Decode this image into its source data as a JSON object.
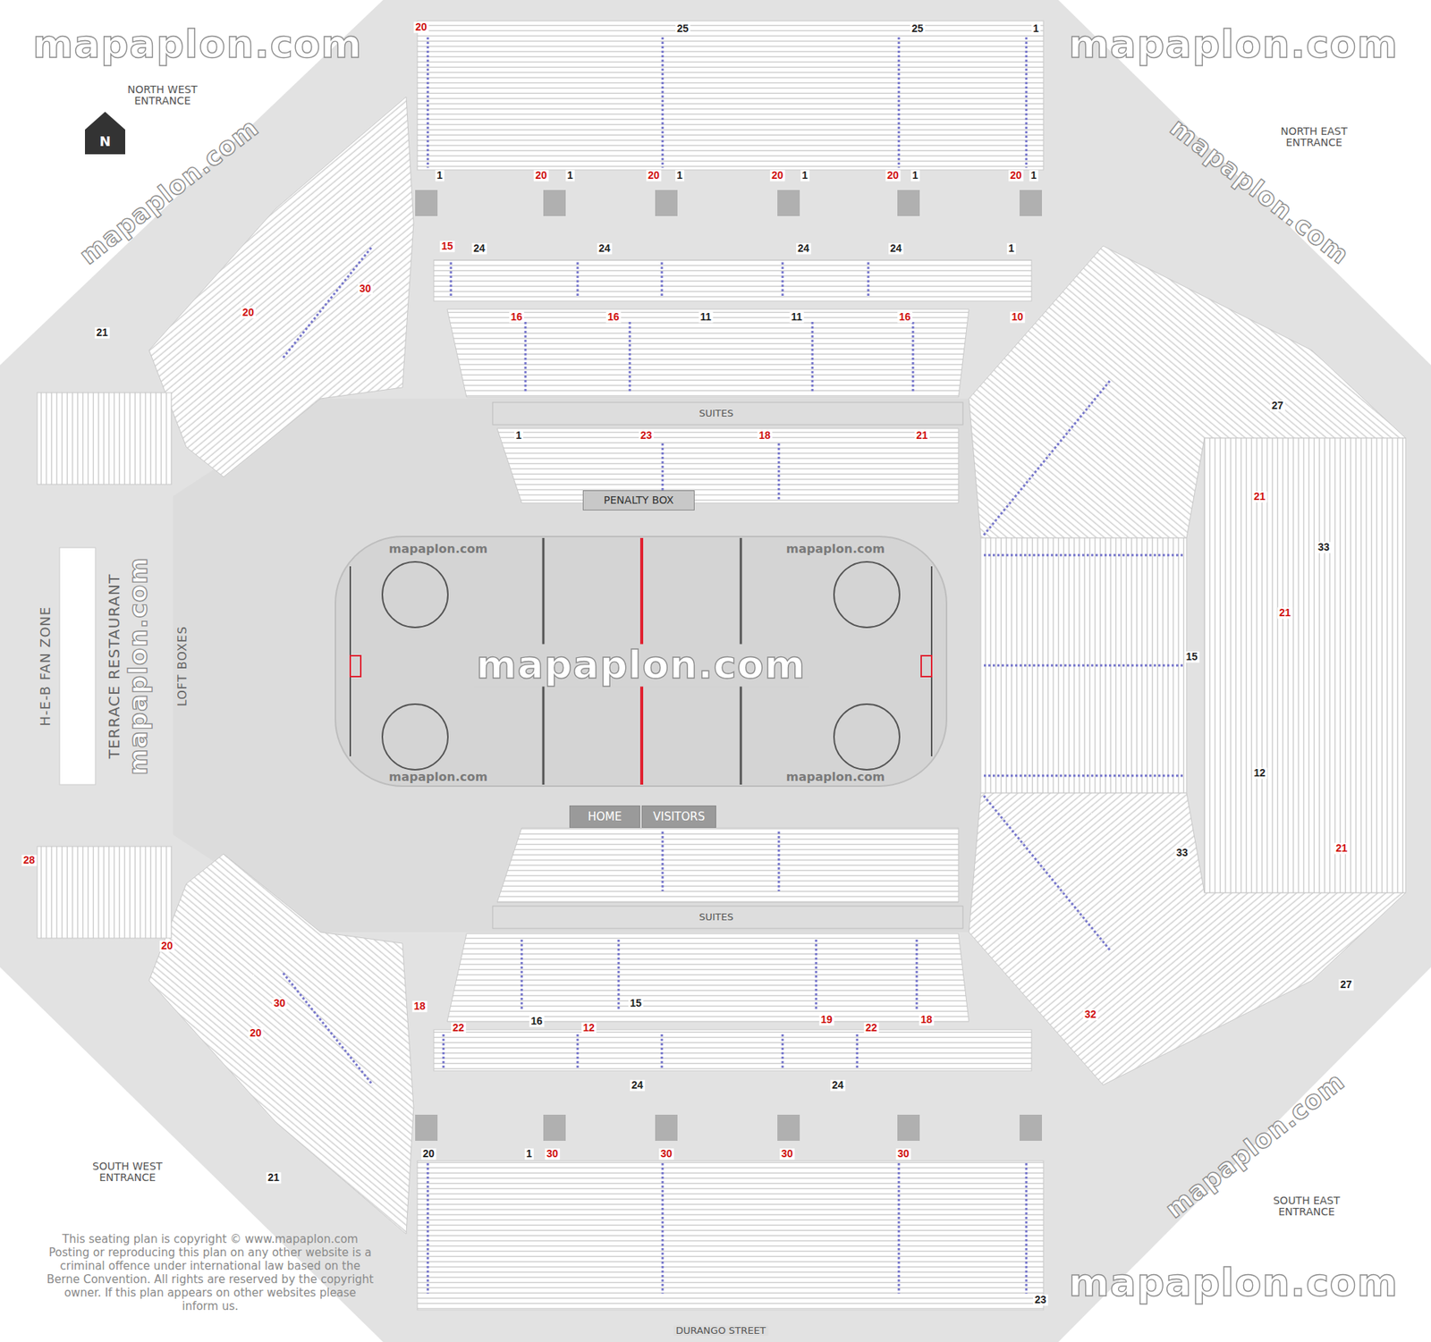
{
  "diagram": {
    "nodes": [
      {
        "text": [
          "PENALTY BOX"
        ]
      },
      {
        "text": [
          "HOME"
        ]
      },
      {
        "text": [
          "VISITORS"
        ]
      }
    ],
    "labels": [
      "mapaplon.com",
      "mapaplon.com",
      "mapaplon.com",
      "mapaplon.com",
      "mapaplon.com",
      "mapaplon.com",
      "mapaplon.com",
      "mapaplon.com",
      "mapaplon.com",
      "mapaplon.com",
      "mapaplon.com",
      "mapaplon.com",
      "NORTH WEST ENTRANCE",
      "NORTH EAST ENTRANCE",
      "SOUTH WEST ENTRANCE",
      "SOUTH EAST ENTRANCE",
      "N",
      "TERRACE RESTAURANT",
      "LOFT BOXES",
      "H-E-B FAN ZONE",
      "SUITES",
      "SUITES",
      "DURANGO STREET",
      "This seating plan is copyright © www.mapaplon.com Posting or reproducing this plan on any other website is a criminal offence under international law based on the Berne Convention. All rights are reserved by the copyright owner. If this plan appears on other websites please inform us.",
      "20",
      "25",
      "25",
      "1",
      "1",
      "20",
      "1",
      "20",
      "1",
      "20",
      "1",
      "20",
      "1",
      "20",
      "1",
      "15",
      "24",
      "24",
      "24",
      "24",
      "1",
      "16",
      "16",
      "11",
      "11",
      "16",
      "10",
      "1",
      "23",
      "18",
      "21",
      "18",
      "16",
      "15",
      "19",
      "18",
      "22",
      "12",
      "22",
      "24",
      "24",
      "20",
      "1",
      "30",
      "30",
      "30",
      "30",
      "23",
      "27",
      "21",
      "33",
      "21",
      "15",
      "12",
      "21",
      "33",
      "27",
      "32",
      "21",
      "30",
      "20",
      "28",
      "20",
      "30",
      "20",
      "21"
    ]
  }
}
